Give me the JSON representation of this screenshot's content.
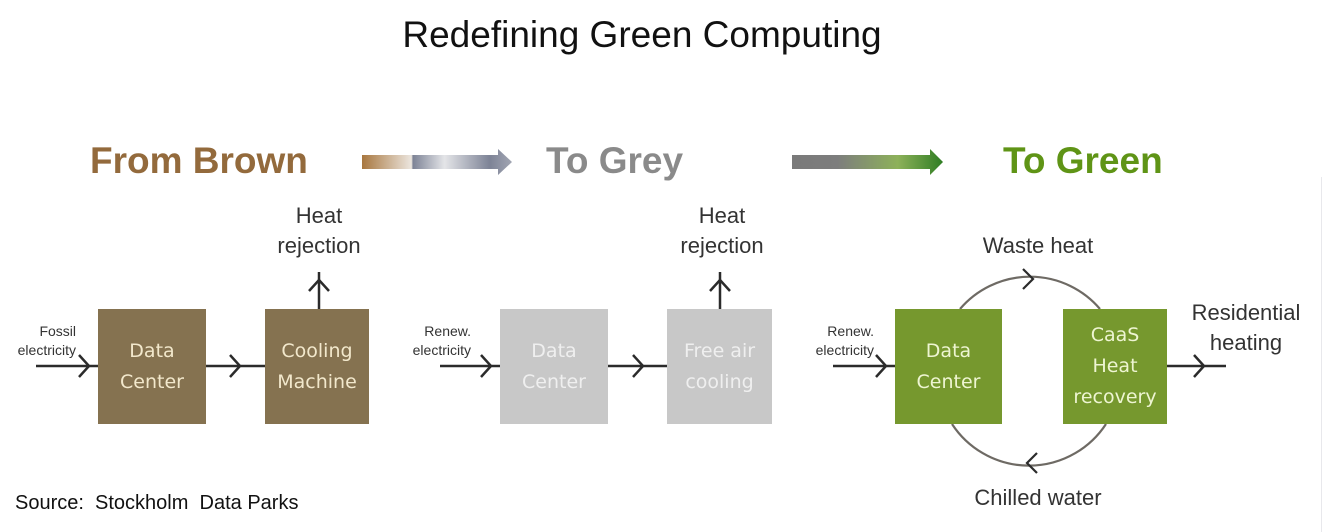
{
  "title": "Redefining Green Computing",
  "stages": {
    "brown": {
      "label": "From Brown",
      "color": "#936a3c"
    },
    "grey": {
      "label": "To Grey",
      "color": "#8a8a8a"
    },
    "green": {
      "label": "To Green",
      "color": "#5f9416"
    }
  },
  "transition_arrows": [
    {
      "name": "brown-to-grey",
      "gradient": [
        "#a8773f",
        "#ece6df",
        "#7d8396",
        "#e4e5e8",
        "#7d8396",
        "#a2a6b3"
      ]
    },
    {
      "name": "grey-to-green",
      "gradient": [
        "#7a7a7a",
        "#7d7d7d",
        "#8db15a",
        "#2f7d23"
      ]
    }
  ],
  "brown_panel": {
    "input_label": "Fossil\nelectricity",
    "box1": "Data\nCenter",
    "box2": "Cooling\nMachine",
    "output_label": "Heat\nrejection",
    "box_color": "#857250"
  },
  "grey_panel": {
    "input_label": "Renew.\nelectricity",
    "box1": "Data\nCenter",
    "box2": "Free air\ncooling",
    "output_label": "Heat\nrejection",
    "box_color": "#c8c8c8"
  },
  "green_panel": {
    "input_label": "Renew.\nelectricity",
    "box1": "Data\nCenter",
    "box2": "CaaS\nHeat\nrecovery",
    "loop_top_label": "Waste heat",
    "loop_bottom_label": "Chilled water",
    "output_label": "Residential\nheating",
    "box_color": "#76982e"
  },
  "source": "Source:  Stockholm  Data Parks"
}
